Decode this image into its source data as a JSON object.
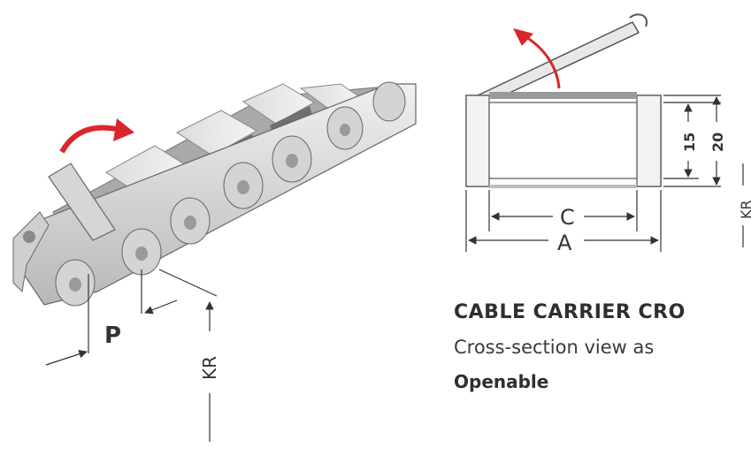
{
  "labels": {
    "pitch": "P",
    "bend_radius_left": "KR",
    "bend_radius_right": "KR",
    "inner_width": "C",
    "outer_width": "A",
    "inner_height": "15",
    "outer_height": "20"
  },
  "text": {
    "heading": "CABLE CARRIER CRO",
    "subtext": "Cross-section view as",
    "feature": "Openable"
  },
  "colors": {
    "accent": "#d9262e",
    "chain_light": "#e6e6e6",
    "chain_dark": "#9a9a9a",
    "outline": "#555555"
  }
}
